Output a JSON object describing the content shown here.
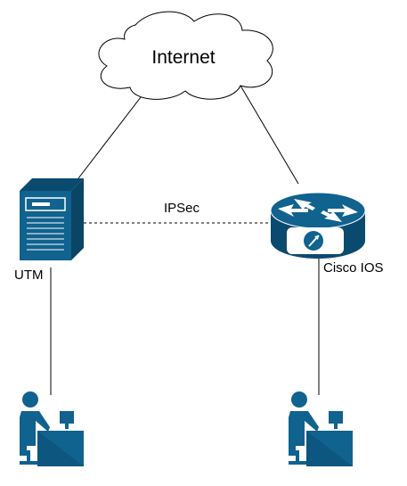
{
  "nodes": {
    "cloud": {
      "label": "Internet"
    },
    "utm": {
      "label": "UTM"
    },
    "router": {
      "label": "Cisco IOS"
    },
    "left_user": {
      "label": ""
    },
    "right_user": {
      "label": ""
    }
  },
  "links": {
    "tunnel": {
      "label": "IPSec",
      "style": "dashed"
    }
  },
  "colors": {
    "device": "#10628f",
    "device_dark": "#0b4a6f",
    "line": "#000000",
    "cloud_fill": "#ffffff"
  }
}
